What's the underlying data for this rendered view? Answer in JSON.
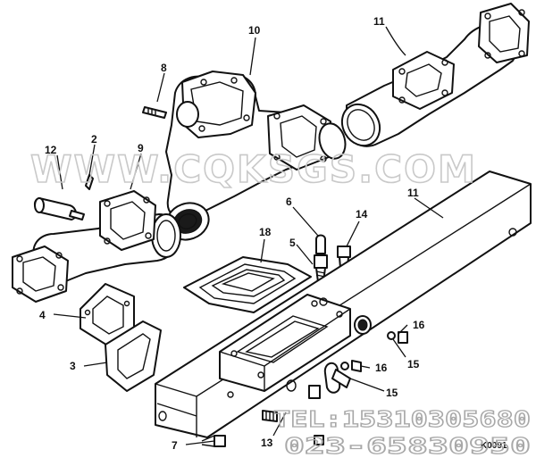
{
  "diagram": {
    "callouts": {
      "c2": "2",
      "c3": "3",
      "c4": "4",
      "c5": "5",
      "c6": "6",
      "c7": "7",
      "c8": "8",
      "c9": "9",
      "c10": "10",
      "c11": "11",
      "c11b": "11",
      "c12": "12",
      "c13": "13",
      "c14": "14",
      "c15a": "15",
      "c15b": "15",
      "c16a": "16",
      "c16b": "16",
      "c18": "18"
    },
    "figure_code": "K0091"
  },
  "watermark": {
    "site": "WWW.CQKSGS.COM",
    "phone": "TEL:15310305680",
    "landline": "023-65830950"
  }
}
